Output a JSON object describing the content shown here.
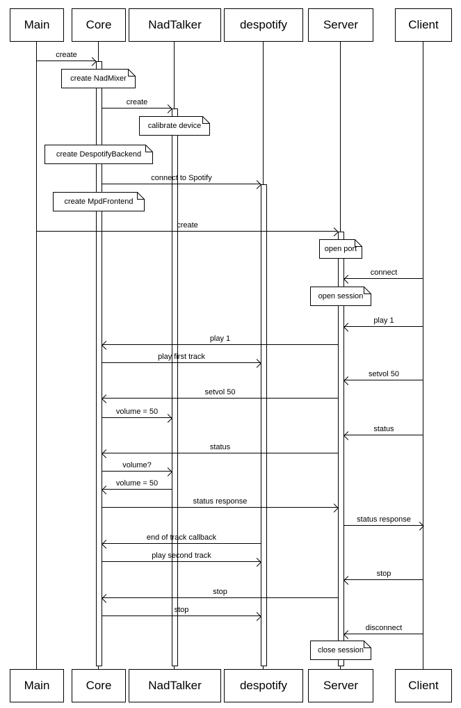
{
  "diagram": {
    "type": "uml-sequence-diagram",
    "colors": {
      "background": "#ffffff",
      "line": "#000000",
      "box_fill": "#ffffff",
      "text": "#000000"
    },
    "participants": [
      {
        "name": "Main"
      },
      {
        "name": "Core"
      },
      {
        "name": "NadTalker"
      },
      {
        "name": "despotify"
      },
      {
        "name": "Server"
      },
      {
        "name": "Client"
      }
    ],
    "messages": [
      {
        "label": "create",
        "from": "Main",
        "to": "Core"
      },
      {
        "label": "create",
        "from": "Core",
        "to": "NadTalker"
      },
      {
        "label": "connect to Spotify",
        "from": "Core",
        "to": "despotify"
      },
      {
        "label": "create",
        "from": "Main",
        "to": "Server"
      },
      {
        "label": "connect",
        "from": "Client",
        "to": "Server"
      },
      {
        "label": "play 1",
        "from": "Client",
        "to": "Server"
      },
      {
        "label": "play 1",
        "from": "Server",
        "to": "Core"
      },
      {
        "label": "play first track",
        "from": "Core",
        "to": "despotify"
      },
      {
        "label": "setvol 50",
        "from": "Client",
        "to": "Server"
      },
      {
        "label": "setvol 50",
        "from": "Server",
        "to": "Core"
      },
      {
        "label": "volume = 50",
        "from": "Core",
        "to": "NadTalker"
      },
      {
        "label": "status",
        "from": "Client",
        "to": "Server"
      },
      {
        "label": "status",
        "from": "Server",
        "to": "Core"
      },
      {
        "label": "volume?",
        "from": "Core",
        "to": "NadTalker"
      },
      {
        "label": "volume = 50",
        "from": "NadTalker",
        "to": "Core"
      },
      {
        "label": "status response",
        "from": "Core",
        "to": "Server"
      },
      {
        "label": "status response",
        "from": "Server",
        "to": "Client"
      },
      {
        "label": "end of track callback",
        "from": "despotify",
        "to": "Core"
      },
      {
        "label": "play second track",
        "from": "Core",
        "to": "despotify"
      },
      {
        "label": "stop",
        "from": "Client",
        "to": "Server"
      },
      {
        "label": "stop",
        "from": "Server",
        "to": "Core"
      },
      {
        "label": "stop",
        "from": "Core",
        "to": "despotify"
      },
      {
        "label": "disconnect",
        "from": "Client",
        "to": "Server"
      }
    ],
    "notes": [
      {
        "text": "create NadMixer",
        "on": "Core"
      },
      {
        "text": "calibrate device",
        "on": "NadTalker"
      },
      {
        "text": "create DespotifyBackend",
        "on": "Core"
      },
      {
        "text": "create MpdFrontend",
        "on": "Core"
      },
      {
        "text": "open port",
        "on": "Server"
      },
      {
        "text": "open session",
        "on": "Server"
      },
      {
        "text": "close session",
        "on": "Server"
      }
    ]
  }
}
